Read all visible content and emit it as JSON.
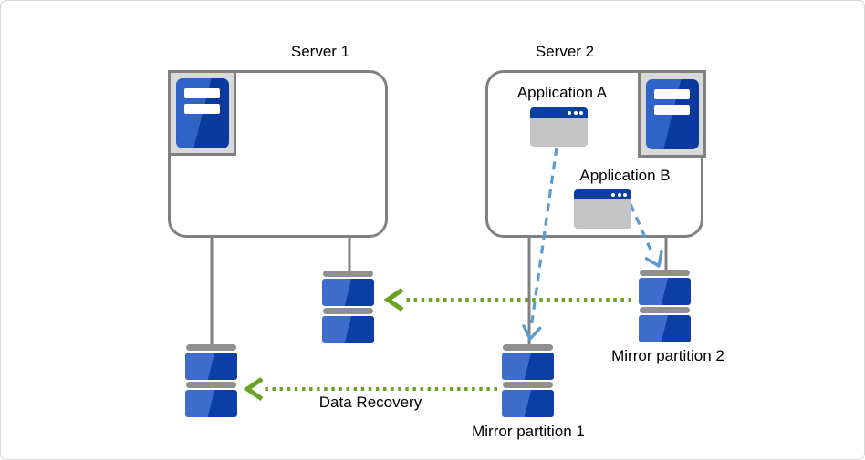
{
  "diagram": {
    "servers": [
      {
        "id": "server1",
        "label": "Server 1"
      },
      {
        "id": "server2",
        "label": "Server 2"
      }
    ],
    "applications": [
      {
        "id": "appA",
        "label": "Application A"
      },
      {
        "id": "appB",
        "label": "Application B"
      }
    ],
    "partitions": [
      {
        "id": "mirror1",
        "label": "Mirror partition 1"
      },
      {
        "id": "mirror2",
        "label": "Mirror partition 2"
      }
    ],
    "annotations": {
      "data_recovery": "Data Recovery"
    },
    "colors": {
      "box_border_gray": "#808080",
      "icon_background_gray": "#d9d9d9",
      "tower_blue_light": "#2f63c8",
      "tower_blue_dark": "#0a3aa0",
      "disk_blue_light": "#3f6dcb",
      "disk_blue_dark": "#0c3fa5",
      "disk_cap_gray": "#8f8f8f",
      "window_titlebar_blue": "#0c3f9e",
      "window_body_gray": "#c4c4c4",
      "dashed_arrow_blue": "#5b9bd5",
      "dotted_arrow_green": "#6aa223"
    }
  }
}
